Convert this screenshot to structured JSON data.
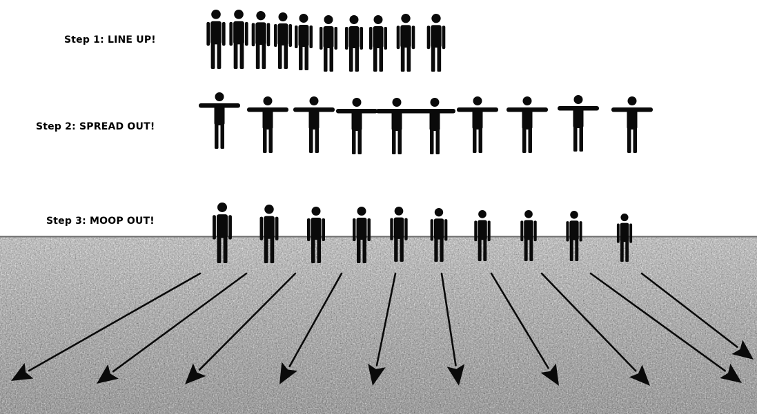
{
  "steps": [
    {
      "label": "Step 1: LINE UP!",
      "pose": "arms-down",
      "figure_count": 10
    },
    {
      "label": "Step 2: SPREAD OUT!",
      "pose": "arms-out",
      "figure_count": 10
    },
    {
      "label": "Step 3: MOOP OUT!",
      "pose": "arms-down",
      "figure_count": 10
    }
  ],
  "arrow_count": 10,
  "colors": {
    "figure": "#0a0a0a",
    "ground_light": "#c9c9c9",
    "ground_dark": "#5a5a5a",
    "horizon": "#6b6b6b",
    "background": "#ffffff"
  }
}
